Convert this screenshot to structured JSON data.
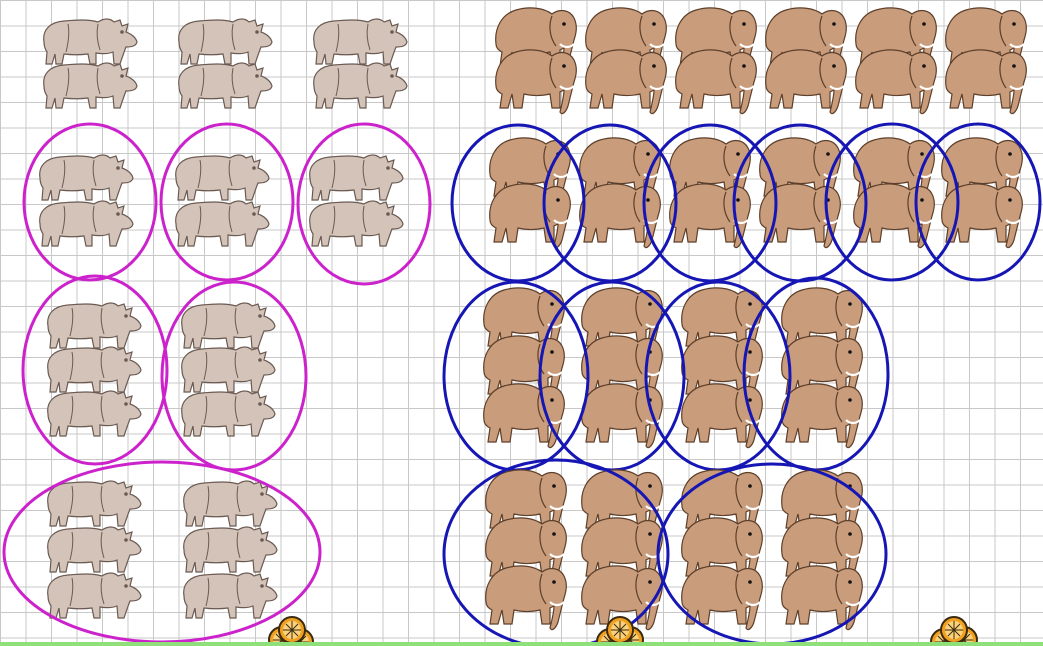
{
  "colors": {
    "rhino_body": "#d3c3b8",
    "rhino_outline": "#6a5a52",
    "elephant_body": "#c99c7c",
    "elephant_outline": "#5d3f2a",
    "rhino_group_ring": "#cc22cc",
    "elephant_group_ring": "#1616b4",
    "grid_line": "#c8c8c8",
    "fruit_orange": "#f0a020",
    "fruit_dark": "#3a2a10",
    "strip_green": "#8fe07a"
  },
  "icons": {
    "rhino": "rhino-icon",
    "elephant": "elephant-icon",
    "group": "group-ring",
    "fruit": "orange-slices-icon"
  },
  "rhino_rows": [
    {
      "groups": 3,
      "per_group": 2,
      "circled": false
    },
    {
      "groups": 3,
      "per_group": 2,
      "circled": true
    },
    {
      "groups": 2,
      "per_group": 3,
      "circled": true
    },
    {
      "groups": 1,
      "per_group": 6,
      "circled": true
    }
  ],
  "elephant_rows": [
    {
      "groups": 6,
      "per_group": 2,
      "circled": false
    },
    {
      "groups": 6,
      "per_group": 2,
      "circled": true
    },
    {
      "groups": 4,
      "per_group": 3,
      "circled": true
    },
    {
      "groups": 2,
      "per_group": 6,
      "circled": true
    }
  ],
  "fruit_piles": 3
}
